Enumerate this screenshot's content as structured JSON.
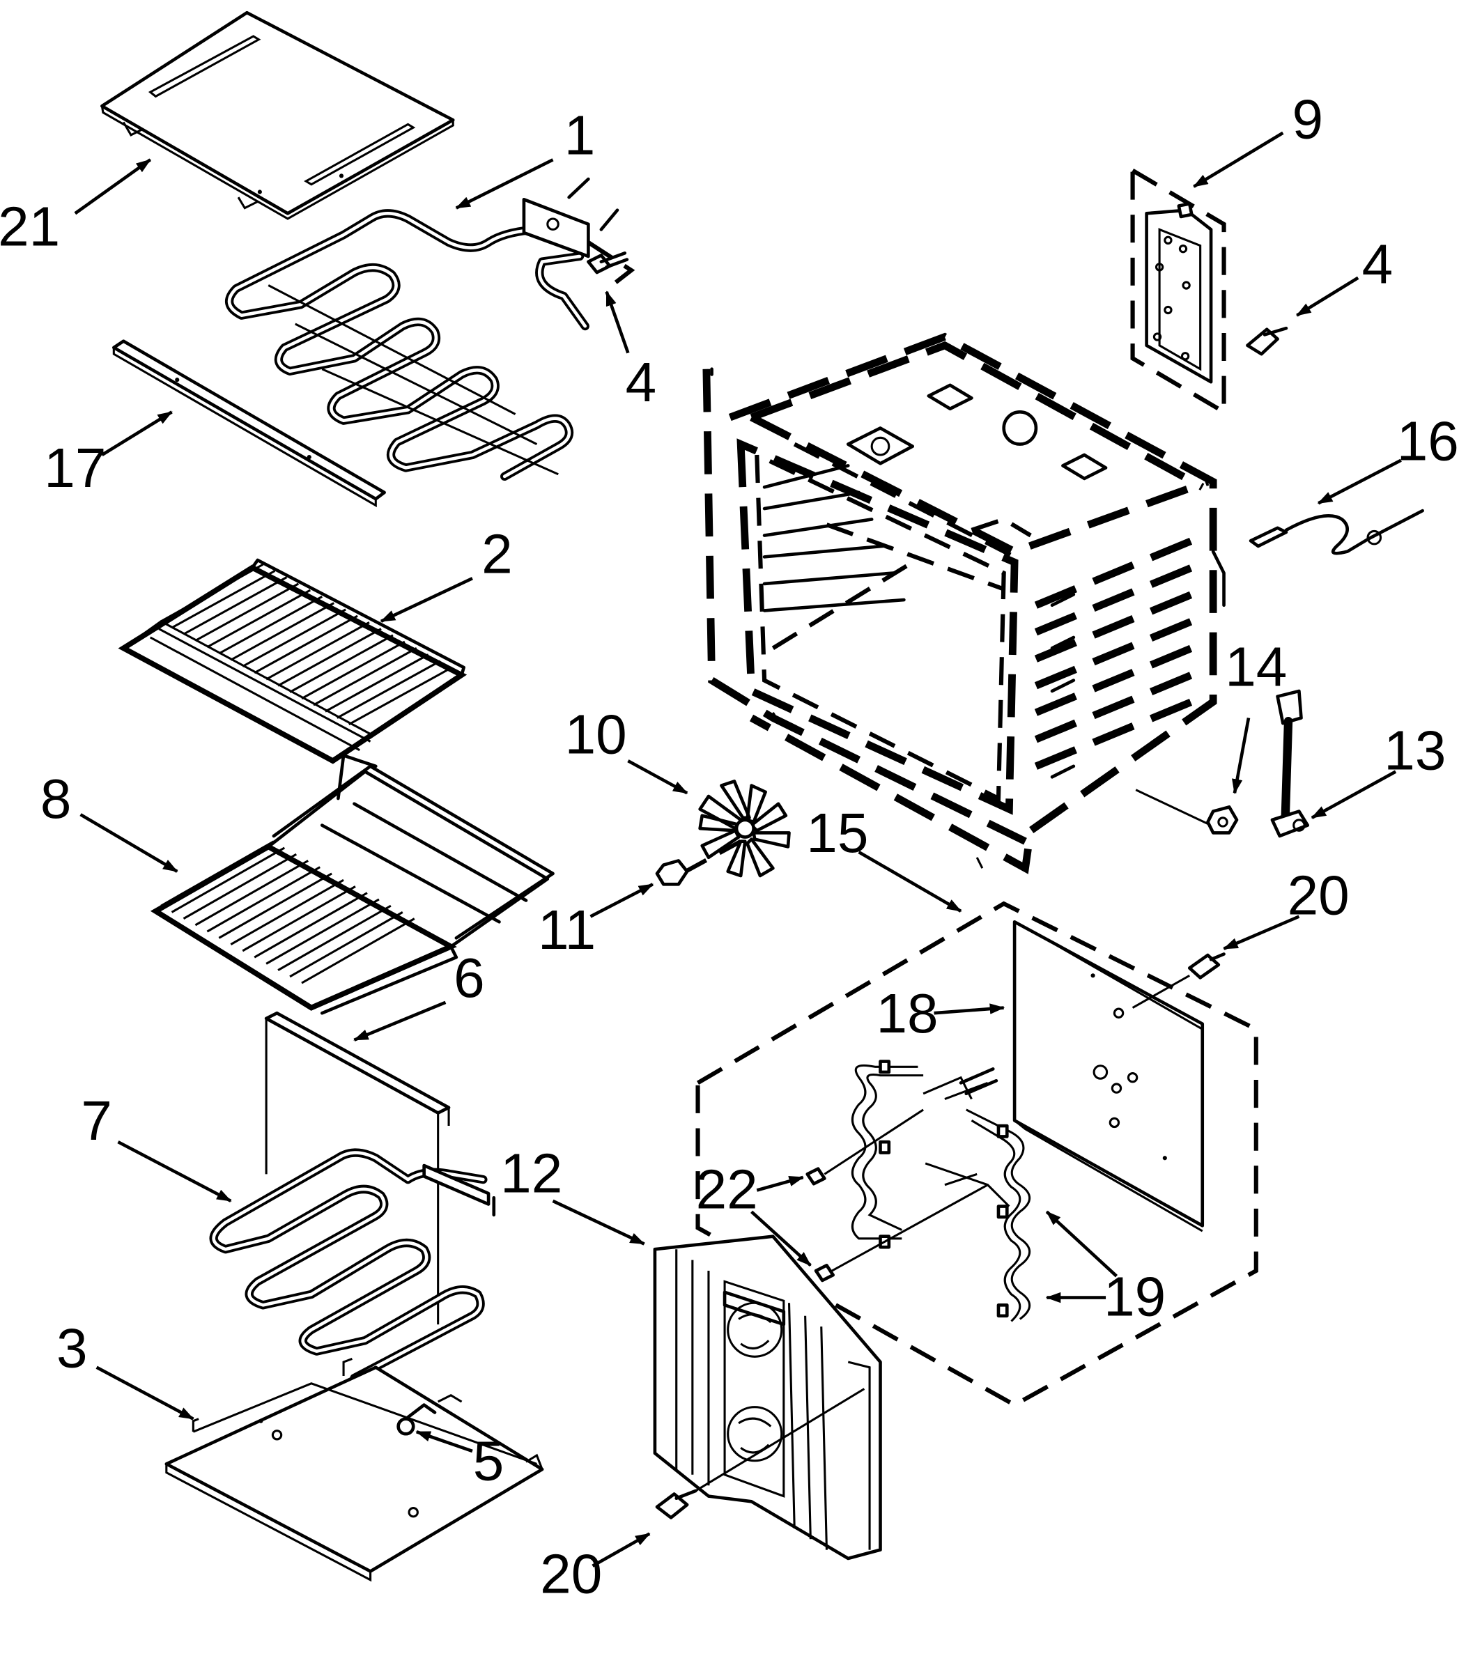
{
  "labels": [
    {
      "id": "label-1",
      "text": "1"
    },
    {
      "id": "label-2",
      "text": "2"
    },
    {
      "id": "label-3",
      "text": "3"
    },
    {
      "id": "label-4a",
      "text": "4"
    },
    {
      "id": "label-4b",
      "text": "4"
    },
    {
      "id": "label-5",
      "text": "5"
    },
    {
      "id": "label-6",
      "text": "6"
    },
    {
      "id": "label-7",
      "text": "7"
    },
    {
      "id": "label-8",
      "text": "8"
    },
    {
      "id": "label-9",
      "text": "9"
    },
    {
      "id": "label-10",
      "text": "10"
    },
    {
      "id": "label-11",
      "text": "11"
    },
    {
      "id": "label-12",
      "text": "12"
    },
    {
      "id": "label-13",
      "text": "13"
    },
    {
      "id": "label-14",
      "text": "14"
    },
    {
      "id": "label-15",
      "text": "15"
    },
    {
      "id": "label-16",
      "text": "16"
    },
    {
      "id": "label-17",
      "text": "17"
    },
    {
      "id": "label-18",
      "text": "18"
    },
    {
      "id": "label-19",
      "text": "19"
    },
    {
      "id": "label-20a",
      "text": "20"
    },
    {
      "id": "label-20b",
      "text": "20"
    },
    {
      "id": "label-21",
      "text": "21"
    },
    {
      "id": "label-22",
      "text": "22"
    }
  ]
}
